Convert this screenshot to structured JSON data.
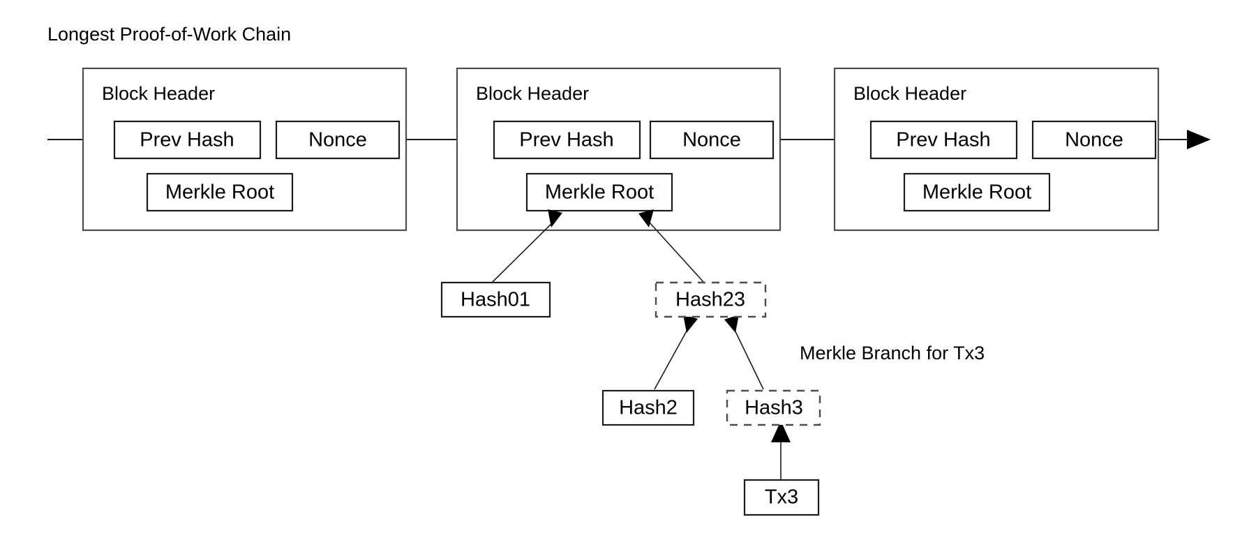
{
  "diagram": {
    "title": "Longest Proof-of-Work Chain",
    "annotation": "Merkle Branch for Tx3",
    "colors": {
      "background": "#ffffff",
      "stroke": "#1a1a1a",
      "stroke_light": "#4d4d4d",
      "text": "#000000"
    },
    "blocks": [
      {
        "id": "block-1",
        "header_label": "Block Header",
        "fields": [
          {
            "id": "prev-hash",
            "label": "Prev Hash",
            "style": "solid"
          },
          {
            "id": "nonce",
            "label": "Nonce",
            "style": "solid"
          },
          {
            "id": "merkle-root",
            "label": "Merkle Root",
            "style": "solid"
          }
        ]
      },
      {
        "id": "block-2",
        "header_label": "Block Header",
        "fields": [
          {
            "id": "prev-hash",
            "label": "Prev Hash",
            "style": "solid"
          },
          {
            "id": "nonce",
            "label": "Nonce",
            "style": "solid"
          },
          {
            "id": "merkle-root",
            "label": "Merkle Root",
            "style": "solid"
          }
        ]
      },
      {
        "id": "block-3",
        "header_label": "Block Header",
        "fields": [
          {
            "id": "prev-hash",
            "label": "Prev Hash",
            "style": "solid"
          },
          {
            "id": "nonce",
            "label": "Nonce",
            "style": "solid"
          },
          {
            "id": "merkle-root",
            "label": "Merkle Root",
            "style": "solid"
          }
        ]
      }
    ],
    "merkle_nodes": [
      {
        "id": "hash01",
        "label": "Hash01",
        "style": "solid"
      },
      {
        "id": "hash23",
        "label": "Hash23",
        "style": "dashed"
      },
      {
        "id": "hash2",
        "label": "Hash2",
        "style": "solid"
      },
      {
        "id": "hash3",
        "label": "Hash3",
        "style": "dashed"
      },
      {
        "id": "tx3",
        "label": "Tx3",
        "style": "solid"
      }
    ],
    "edges": [
      {
        "id": "chain-in",
        "from": "left-edge",
        "to": "block-1.prev-hash"
      },
      {
        "id": "chain-1-2",
        "from": "block-1",
        "to": "block-2.prev-hash"
      },
      {
        "id": "chain-2-3",
        "from": "block-2",
        "to": "block-3.prev-hash"
      },
      {
        "id": "chain-out",
        "from": "block-3",
        "to": "right-edge"
      },
      {
        "id": "hash01-to-root",
        "from": "hash01",
        "to": "block-2.merkle-root"
      },
      {
        "id": "hash23-to-root",
        "from": "hash23",
        "to": "block-2.merkle-root"
      },
      {
        "id": "hash2-to-hash23",
        "from": "hash2",
        "to": "hash23"
      },
      {
        "id": "hash3-to-hash23",
        "from": "hash3",
        "to": "hash23"
      },
      {
        "id": "tx3-to-hash3",
        "from": "tx3",
        "to": "hash3"
      }
    ]
  }
}
